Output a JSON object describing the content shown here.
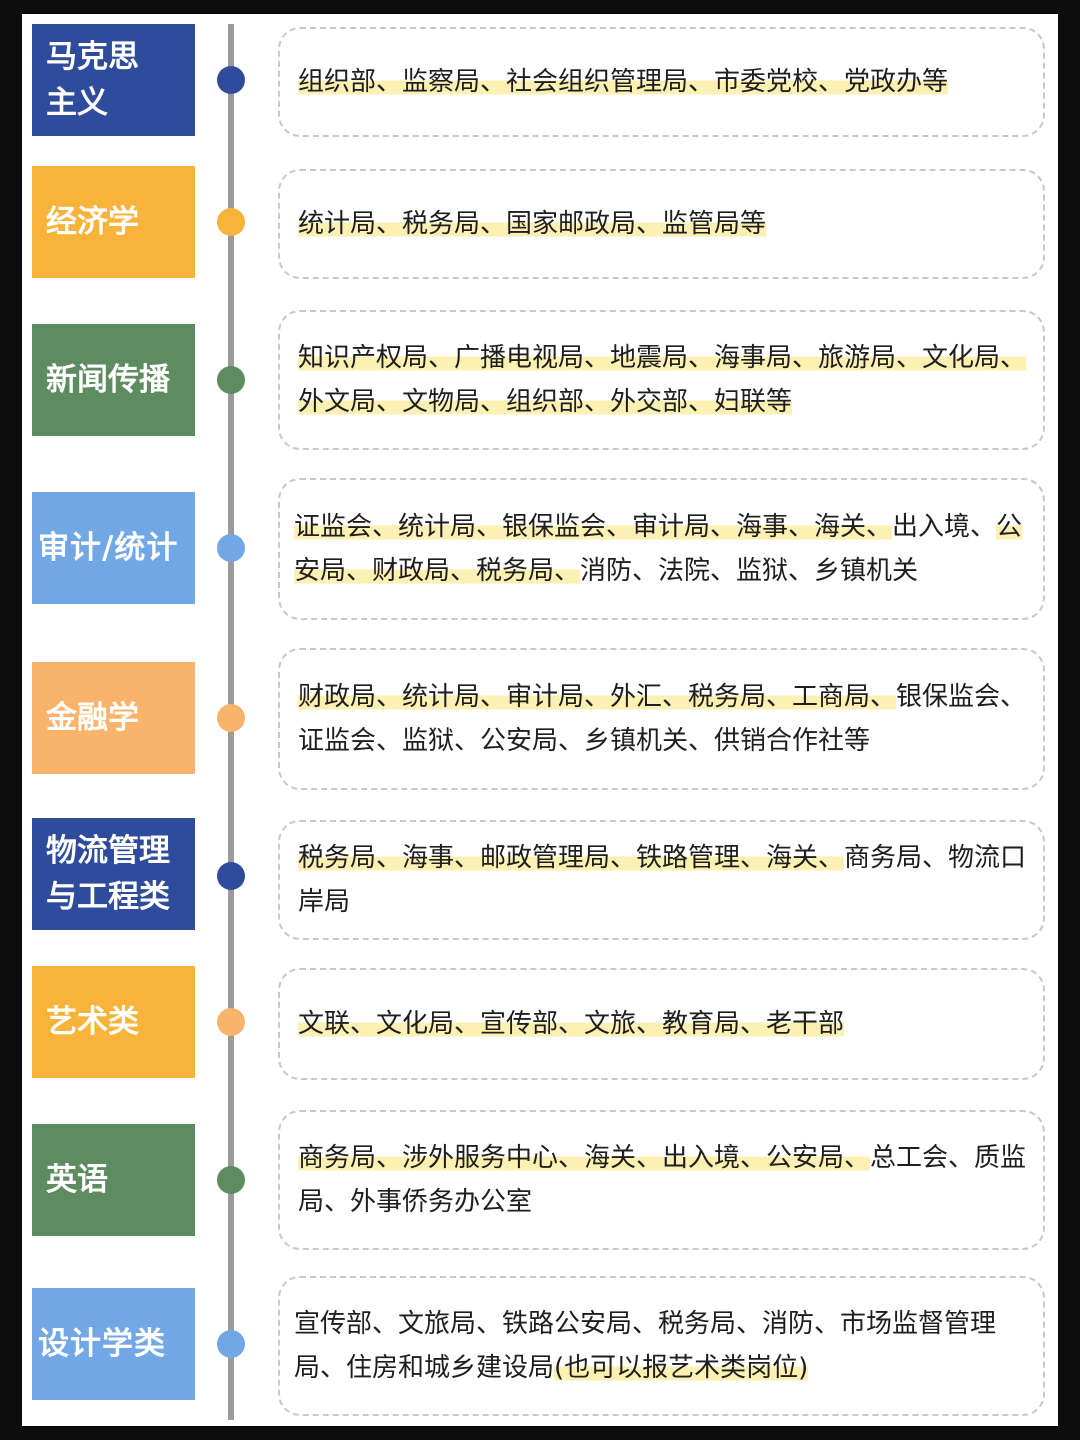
{
  "colors": {
    "navy": "#2e4b9c",
    "yellow": "#f8b43a",
    "green": "#5e8c61",
    "lightblue": "#72a7e6",
    "orange": "#f9b36a",
    "highlight": "#fdf0b3"
  },
  "rows": [
    {
      "label": "马克思\n主义",
      "color": "#2e4b9c",
      "highlight": "组织部、监察局、社会组织管理局、市委党校、党政办等",
      "rest": ""
    },
    {
      "label": "经济学",
      "color": "#f8b43a",
      "highlight": "统计局、税务局、国家邮政局、监管局等",
      "rest": ""
    },
    {
      "label": "新闻传播",
      "color": "#5e8c61",
      "highlight": "知识产权局、广播电视局、地震局、海事局、旅游局、文化局、外文局、文物局、组织部、外交部、妇联等",
      "rest": ""
    },
    {
      "label": "审计/统计",
      "color": "#72a7e6",
      "highlight": "证监会、统计局、银保监会、审计局、海事、海关、",
      "middle": "出入境、",
      "highlight2": "公安局、财政局、税务局、",
      "rest": "消防、法院、监狱、乡镇机关"
    },
    {
      "label": "金融学",
      "color": "#f9b36a",
      "highlight": "财政局、统计局、审计局、外汇、税务局、工商局、",
      "rest": "银保监会、证监会、监狱、公安局、乡镇机关、供销合作社等"
    },
    {
      "label": "物流管理\n与工程类",
      "color": "#2e4b9c",
      "highlight": "税务局、海事、邮政管理局、铁路管理、海关、",
      "rest": "商务局、物流口岸局"
    },
    {
      "label": "艺术类",
      "color": "#f8b43a",
      "highlight": "文联、文化局、宣传部、文旅、教育局、老干部",
      "rest": ""
    },
    {
      "label": "英语",
      "color": "#5e8c61",
      "highlight": "商务局、涉外服务中心、海关、出入境、公安局、",
      "rest": "总工会、质监局、外事侨务办公室"
    },
    {
      "label": "设计学类",
      "color": "#72a7e6",
      "highlight": "",
      "lead": "宣传部、文旅局、铁路公安局、税务局、消防、市场监督管理局、住房和城乡建设局",
      "highlight_tail": "(也可以报艺术类岗位)",
      "rest": ""
    }
  ]
}
